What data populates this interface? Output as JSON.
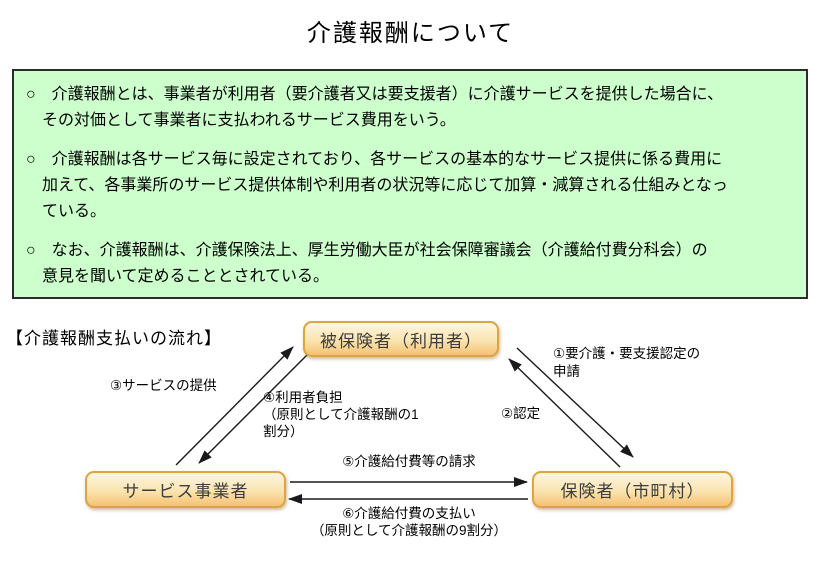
{
  "title": "介護報酬について",
  "summary_box": {
    "paragraphs": {
      "p1": "○　介護報酬とは、事業者が利用者（要介護者又は要支援者）に介護サービスを提供した場合に、\n　その対価として事業者に支払われるサービス費用をいう。",
      "p2": "○　介護報酬は各サービス毎に設定されており、各サービスの基本的なサービス提供に係る費用に\n　加えて、各事業所のサービス提供体制や利用者の状況等に応じて加算・減算される仕組みとなっ\n　ている。",
      "p3": "○　なお、介護報酬は、介護保険法上、厚生労働大臣が社会保障審議会（介護給付費分科会）の\n　意見を聞いて定めることとされている。"
    }
  },
  "flow": {
    "heading": "【介護報酬支払いの流れ】",
    "nodes": {
      "insured": "被保険者（利用者）",
      "provider": "サービス事業者",
      "insurer": "保険者（市町村）"
    },
    "labels": {
      "step1": "①要介護・要支援認定の\n申請",
      "step2": "②認定",
      "step3": "③サービスの提供",
      "step4": "④利用者負担\n（原則として介護報酬の1\n割分）",
      "step5": "⑤介護給付費等の請求",
      "step6": "⑥介護給付費の支払い\n（原則として介護報酬の9割分）"
    }
  },
  "colors": {
    "summary_background": "#ccffcc",
    "summary_border": "#2b2b2b",
    "node_border": "#dba53f",
    "node_fill_top": "#fdf6e0",
    "node_fill_bottom": "#f5c173",
    "arrow": "#1a1a1a"
  }
}
